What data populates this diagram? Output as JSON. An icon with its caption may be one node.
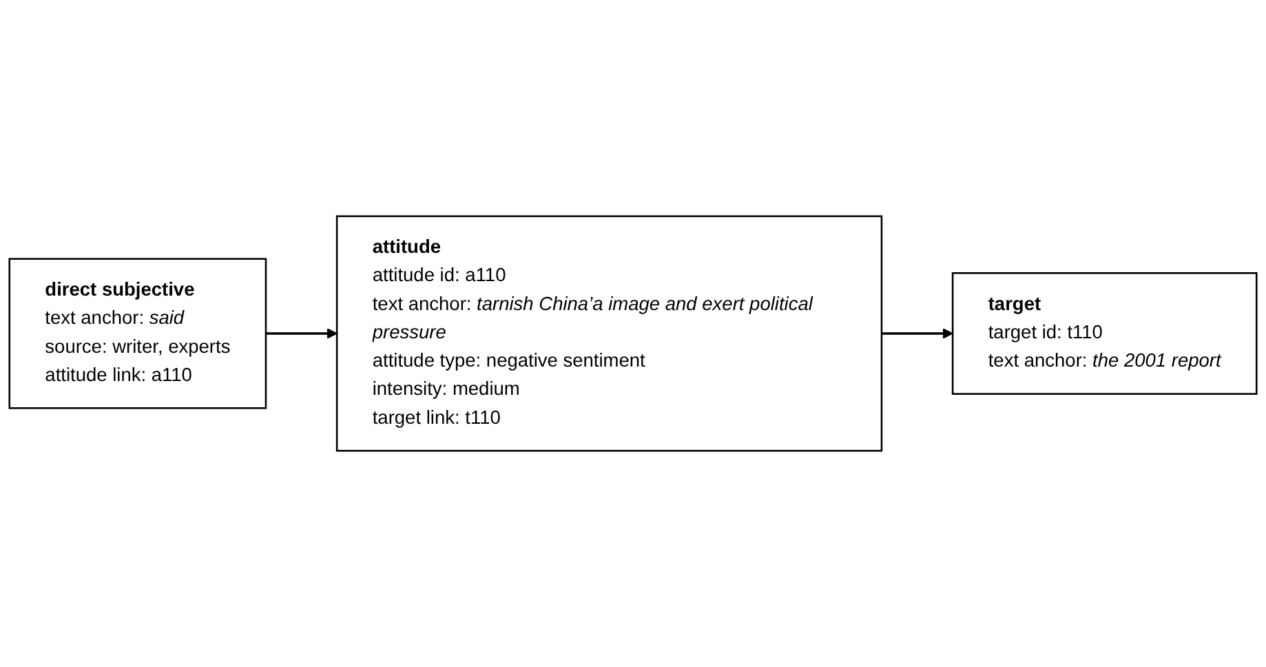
{
  "diagram": {
    "nodes": [
      {
        "text": [
          "direct subjective",
          "text anchor: *said*",
          "source: writer, experts",
          "attitude link: a110"
        ]
      },
      {
        "text": [
          "attitude",
          "attitude id: a110",
          "text anchor: *tarnish China’a image and exert political pressure*",
          "attitude type: negative sentiment",
          "intensity: medium",
          "target link: t110"
        ]
      },
      {
        "text": [
          "target",
          "target id: t110",
          "text anchor: *the 2001 report*"
        ]
      }
    ],
    "edges": [
      {
        "from": 0,
        "to": 1,
        "arrow": "to"
      },
      {
        "from": 1,
        "to": 2,
        "arrow": "to"
      }
    ]
  }
}
